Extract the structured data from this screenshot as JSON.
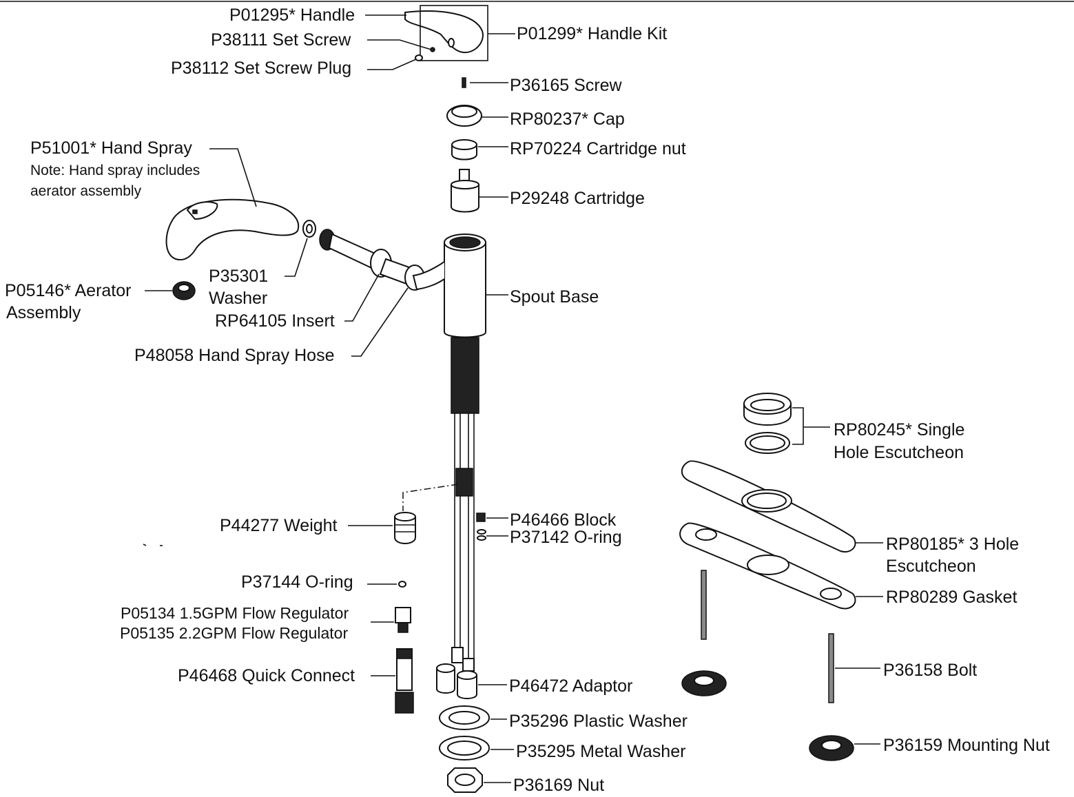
{
  "labels": {
    "handle": "P01295* Handle",
    "set_screw": "P38111 Set Screw",
    "set_screw_plug": "P38112 Set Screw Plug",
    "handle_kit": "P01299* Handle Kit",
    "screw": "P36165 Screw",
    "cap": "RP80237* Cap",
    "cartridge_nut": "RP70224 Cartridge nut",
    "cartridge": "P29248 Cartridge",
    "hand_spray": "P51001* Hand Spray",
    "hand_spray_note_1": "Note: Hand spray includes",
    "hand_spray_note_2": "aerator assembly",
    "washer_1": "P35301",
    "washer_2": "Washer",
    "aerator_1": "P05146* Aerator",
    "aerator_2": "Assembly",
    "insert": "RP64105 Insert",
    "hose": "P48058 Hand Spray Hose",
    "spout_base": "Spout Base",
    "single_hole_1": "RP80245* Single",
    "single_hole_2": "Hole Escutcheon",
    "weight": "P44277 Weight",
    "block": "P46466 Block",
    "oring_37142": "P37142 O-ring",
    "three_hole_1": "RP80185* 3 Hole",
    "three_hole_2": "Escutcheon",
    "oring_37144": "P37144 O-ring",
    "flow_15": "P05134 1.5GPM Flow Regulator",
    "flow_22": "P05135 2.2GPM Flow Regulator",
    "gasket": "RP80289 Gasket",
    "quick_connect": "P46468 Quick Connect",
    "adaptor": "P46472 Adaptor",
    "bolt": "P36158 Bolt",
    "plastic_washer": "P35296 Plastic Washer",
    "metal_washer": "P35295 Metal Washer",
    "mounting_nut": "P36159 Mounting Nut",
    "nut": "P36169 Nut"
  }
}
